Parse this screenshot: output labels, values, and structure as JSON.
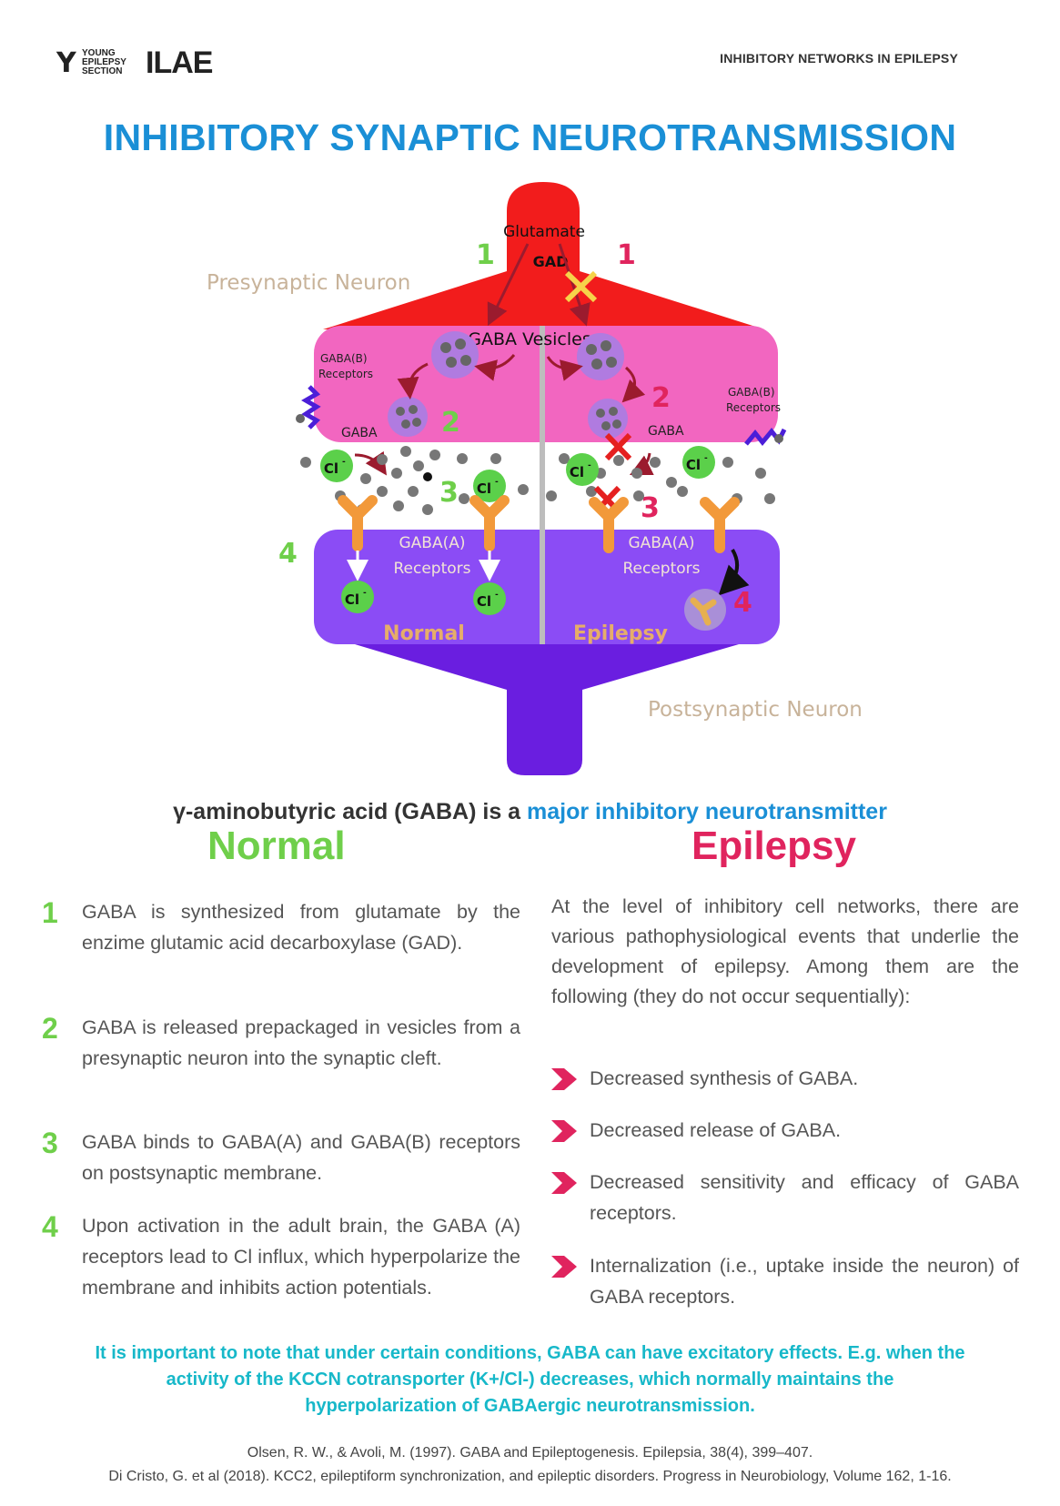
{
  "header": {
    "logo_words": [
      "YOUNG",
      "EPILEPSY",
      "SECTION"
    ],
    "logo_brand": "ILAE",
    "right_title": "INHIBITORY NETWORKS IN EPILEPSY"
  },
  "title": "INHIBITORY SYNAPTIC NEUROTRANSMISSION",
  "diagram": {
    "presynaptic_label": "Presynaptic Neuron",
    "postsynaptic_label": "Postsynaptic Neuron",
    "glutamate": "Glutamate",
    "gad": "GAD",
    "gaba_vesicles": "GABA Vesicles",
    "gabab_receptors_1": "GABA(B)",
    "gabab_receptors_2": "Receptors",
    "gaba": "GABA",
    "gabaa_1": "GABA(A)",
    "gabaa_2": "Receptors",
    "cl": "Cl",
    "cl_sup": "-",
    "normal": "Normal",
    "epilepsy": "Epilepsy",
    "num_1": "1",
    "num_2": "2",
    "num_3": "3",
    "num_4": "4",
    "colors": {
      "presynaptic": "#f21c1c",
      "vesicle_zone": "#f266c0",
      "postsynaptic": "#8b4cf5",
      "postsynaptic_stem": "#6a1ee0",
      "normal_num": "#6fcf4a",
      "epilepsy_num": "#e0245e"
    }
  },
  "subtitle": {
    "prefix": "γ-aminobutyric acid (GABA) is a ",
    "highlight": "major inhibitory neurotransmitter"
  },
  "normal": {
    "heading": "Normal",
    "steps": [
      {
        "num": "1",
        "text": "GABA is synthesized from glutamate by the enzime glutamic acid decarboxylase (GAD)."
      },
      {
        "num": "2",
        "text": "GABA is released prepackaged in vesicles from a presynaptic neuron into the synaptic cleft."
      },
      {
        "num": "3",
        "text": "GABA binds to GABA(A) and GABA(B) receptors on postsynaptic membrane."
      },
      {
        "num": "4",
        "text": "Upon activation in the adult brain, the GABA (A) receptors lead to Cl  influx, which hyperpolarize the membrane and inhibits action potentials."
      }
    ]
  },
  "epilepsy": {
    "heading": "Epilepsy",
    "intro": "At the level of inhibitory cell networks, there are various pathophysiological events that underlie the development of epilepsy. Among them are the following (they do not occur sequentially):",
    "bullets": [
      "Decreased synthesis of GABA.",
      "Decreased release of GABA.",
      "Decreased sensitivity and efficacy of GABA receptors.",
      "Internalization (i.e.,  uptake inside the neuron) of GABA receptors."
    ]
  },
  "note": {
    "line1": "It is important to note that under certain conditions, GABA can have excitatory effects. E.g. when the",
    "line2": "activity of the KCCN cotransporter (K+/Cl-) decreases, which normally maintains the",
    "line3": "hyperpolarization of GABAergic neurotransmission."
  },
  "references": [
    "Olsen, R. W., & Avoli, M. (1997). GABA and Epileptogenesis. Epilepsia, 38(4), 399–407.",
    "Di Cristo, G. et al (2018). KCC2, epileptiform synchronization, and epileptic disorders. Progress in Neurobiology, Volume 162, 1-16."
  ]
}
